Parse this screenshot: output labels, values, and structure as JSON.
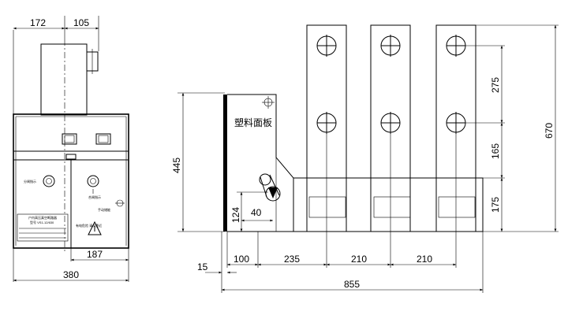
{
  "front_view": {
    "dims": {
      "top_left": "172",
      "top_right": "105",
      "bottom_inner": "187",
      "bottom_total": "380"
    },
    "labels": {
      "left_indicator": "分闸指示",
      "right_indicator": "合闸指示",
      "manual_op": "手动储能",
      "plate_line1": "户内高压真空断路器",
      "plate_line2": "型号 VS1-12/630",
      "warning_text": "有电危险 请勿靠近"
    }
  },
  "side_view": {
    "panel_label": "塑料面板",
    "dims": {
      "height_total": "445",
      "arm_height": "124",
      "arm_width": "40",
      "edge": "15",
      "bottom_a": "100",
      "bottom_b": "235",
      "bottom_c": "210",
      "bottom_d": "210",
      "length_total": "855",
      "pole_spacing": "275",
      "lower_spacing": "165",
      "base_height": "175",
      "height_overall": "670"
    }
  }
}
